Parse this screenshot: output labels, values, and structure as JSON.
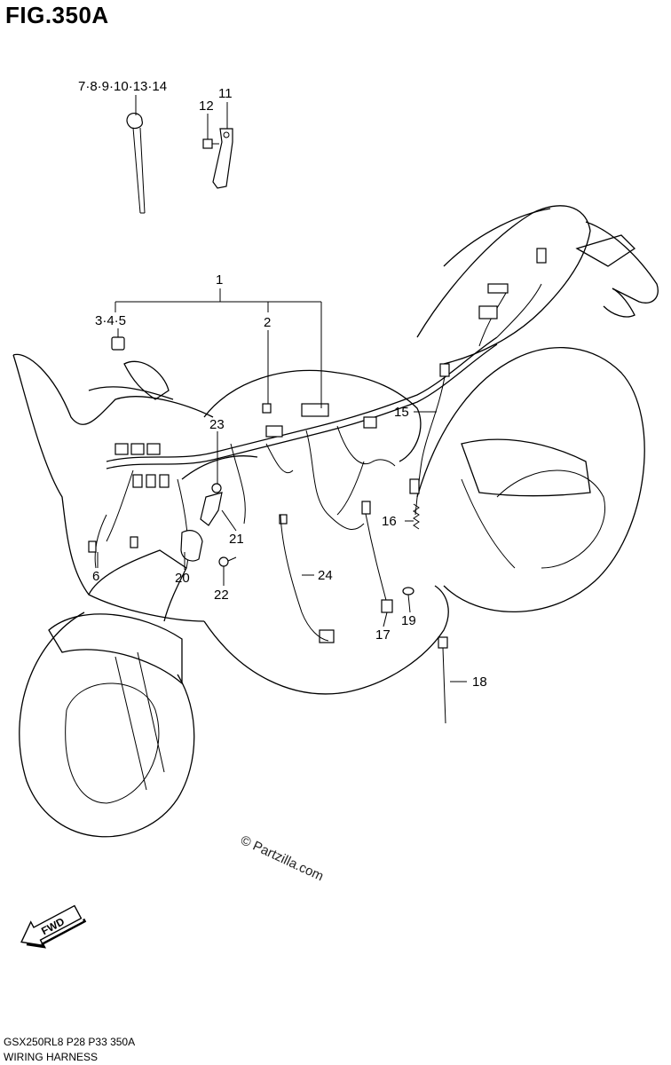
{
  "figure": {
    "title": "FIG.350A"
  },
  "callouts": {
    "c7_14": "7·8·9·10·13·14",
    "c11": "11",
    "c12": "12",
    "c1": "1",
    "c3_5": "3·4·5",
    "c2": "2",
    "c23": "23",
    "c15": "15",
    "c16": "16",
    "c6": "6",
    "c21": "21",
    "c20": "20",
    "c22": "22",
    "c24": "24",
    "c19": "19",
    "c17": "17",
    "c18": "18"
  },
  "fwd_label": "FWD",
  "watermark": "© Partzilla.com",
  "footer": {
    "model_code": "GSX250RL8  P28  P33  350A",
    "name": "WIRING HARNESS"
  }
}
